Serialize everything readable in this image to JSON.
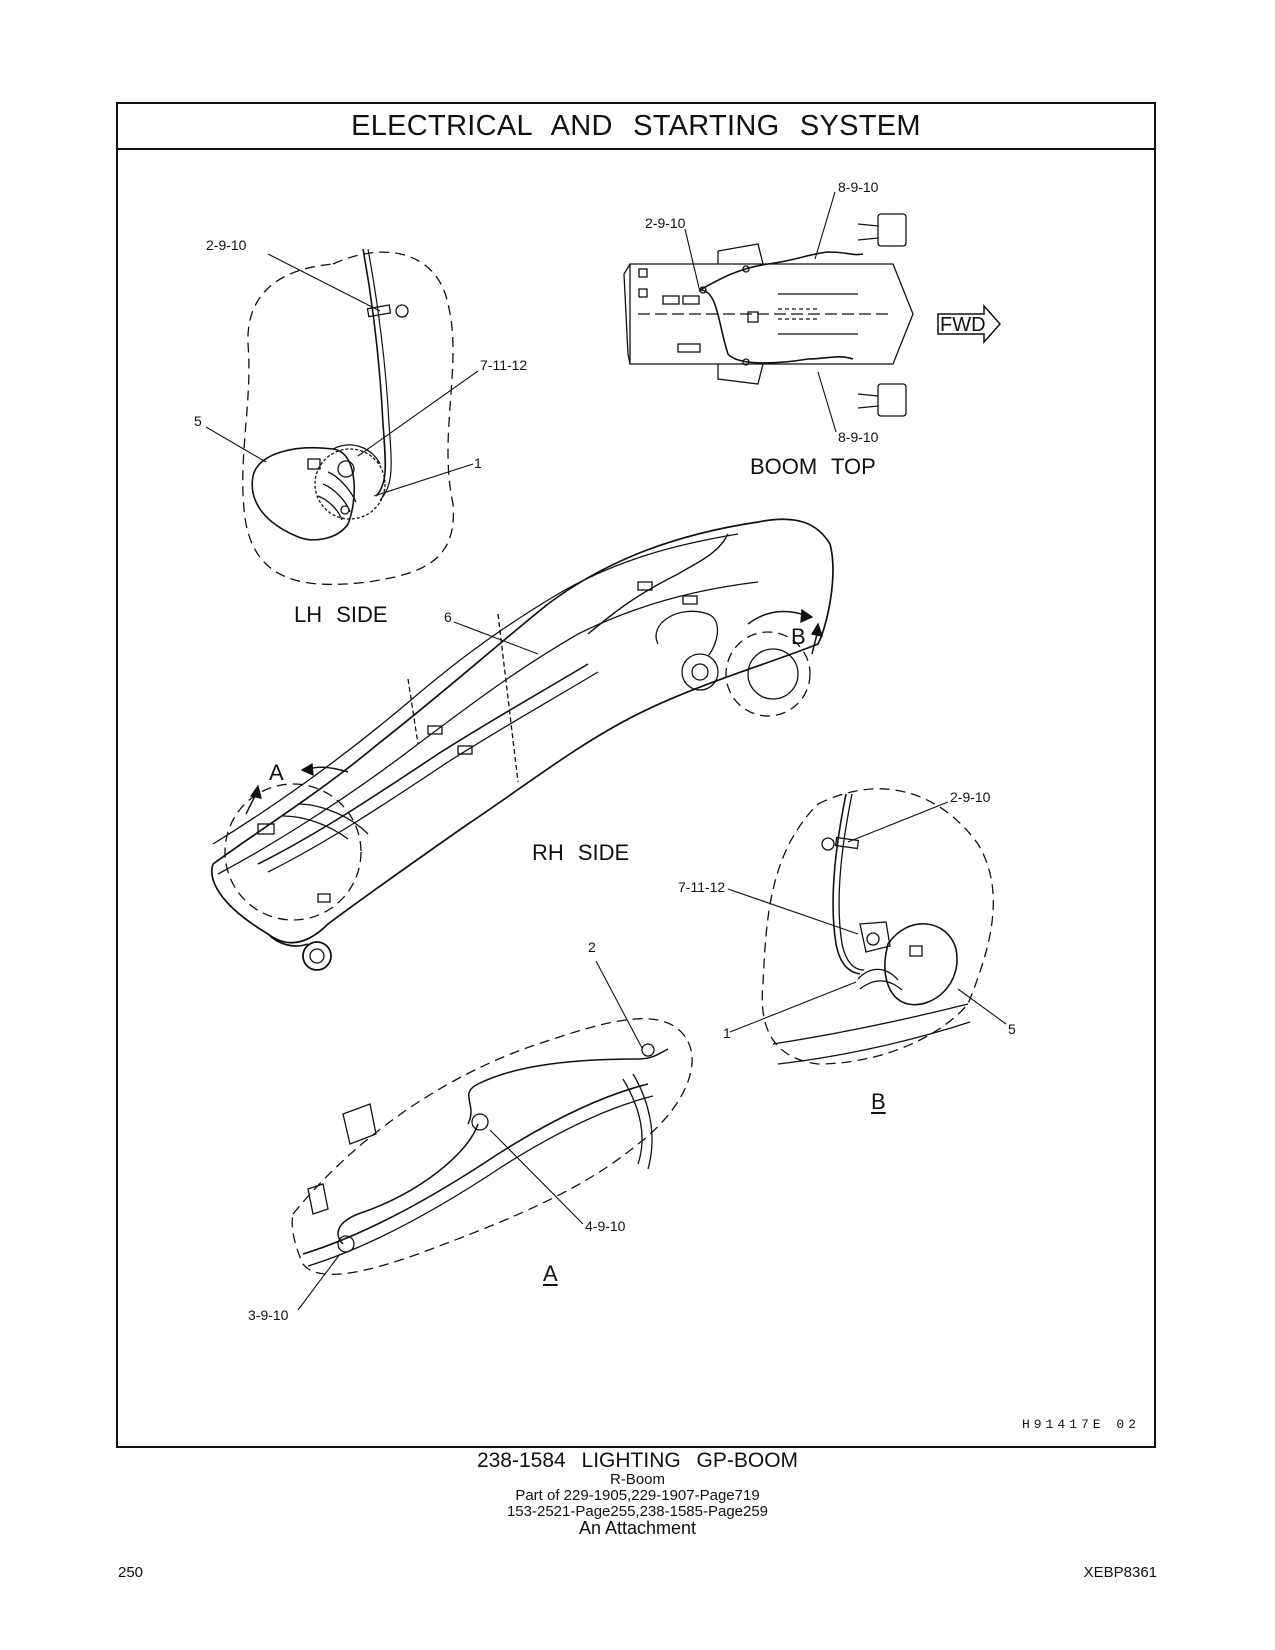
{
  "header": {
    "title": "ELECTRICAL AND STARTING SYSTEM"
  },
  "views": {
    "lh_side": "LH SIDE",
    "boom_top": "BOOM TOP",
    "rh_side": "RH SIDE",
    "detail_a": "A",
    "detail_b": "B",
    "fwd": "FWD",
    "marker_a": "A",
    "marker_b": "B"
  },
  "callouts": {
    "lh_2_9_10": "2-9-10",
    "lh_7_11_12": "7-11-12",
    "lh_5": "5",
    "lh_1": "1",
    "top_2_9_10": "2-9-10",
    "top_8_9_10_upper": "8-9-10",
    "top_8_9_10_lower": "8-9-10",
    "rh_6": "6",
    "b_2_9_10": "2-9-10",
    "b_7_11_12": "7-11-12",
    "b_1": "1",
    "b_5": "5",
    "a_2": "2",
    "a_4_9_10": "4-9-10",
    "a_3_9_10": "3-9-10"
  },
  "drawing_id": "H91417E 02",
  "caption": {
    "title": "238-1584 LIGHTING GP-BOOM",
    "line1": "R-Boom",
    "line2": "Part of 229-1905,229-1907-Page719",
    "line3": "153-2521-Page255,238-1585-Page259",
    "line4": "An Attachment"
  },
  "footer": {
    "page_number": "250",
    "doc_code": "XEBP8361"
  }
}
